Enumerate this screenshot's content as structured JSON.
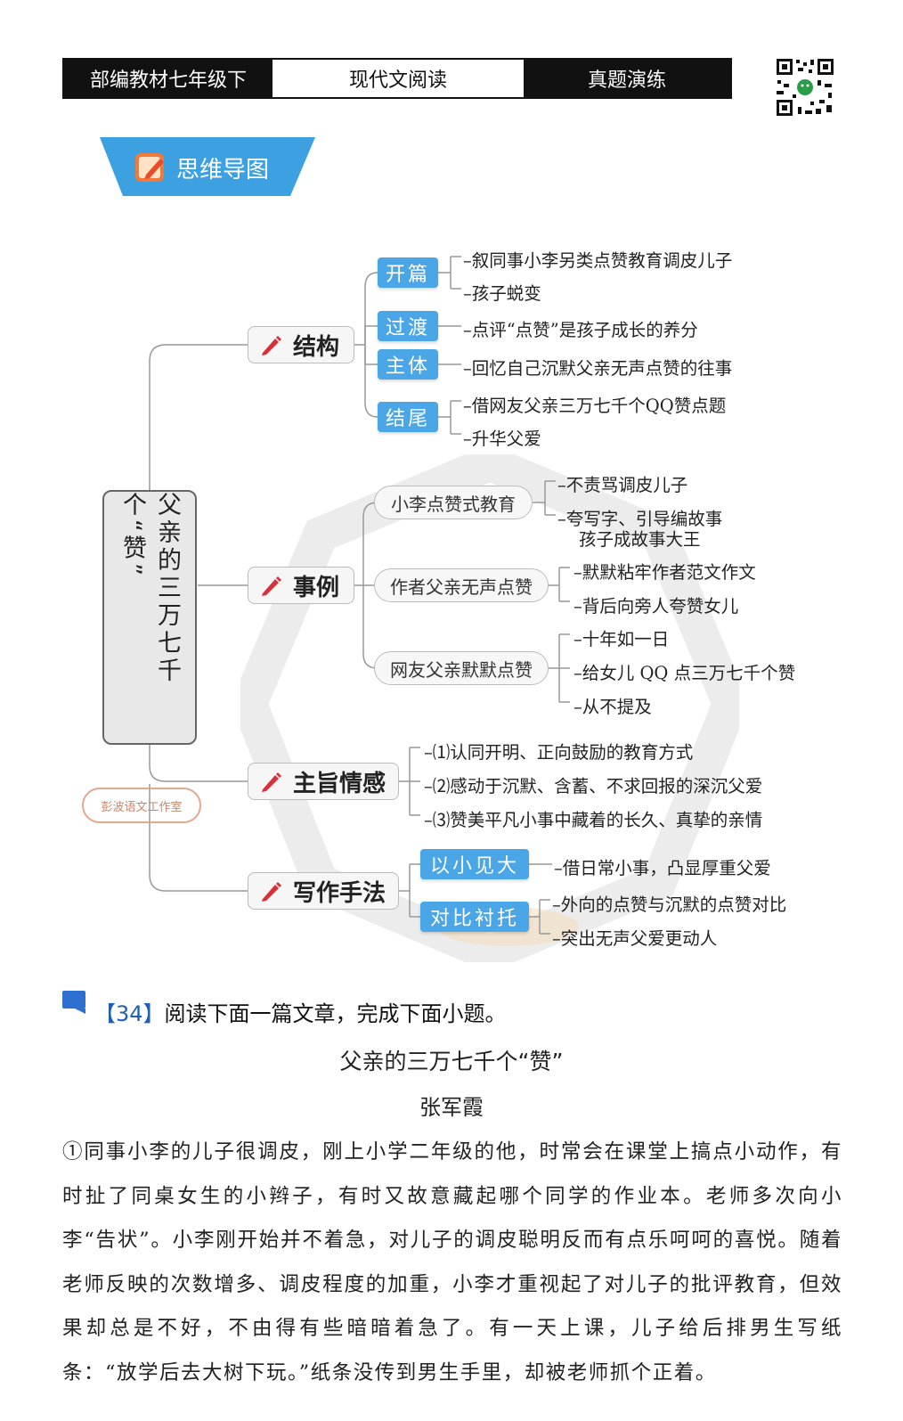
{
  "header": {
    "left": "部编教材七年级下",
    "middle": "现代文阅读",
    "right": "真题演练"
  },
  "banner": {
    "label": "思维导图"
  },
  "mindmap": {
    "root": "父亲的三万七千个“赞”",
    "stamp": "彭波语文工作室",
    "structure": {
      "label": "结构",
      "items": [
        {
          "chip": "开篇",
          "leaves": [
            "–叙同事小李另类点赞教育调皮儿子",
            "–孩子蜕变"
          ]
        },
        {
          "chip": "过渡",
          "leaves": [
            "–点评“点赞”是孩子成长的养分"
          ]
        },
        {
          "chip": "主体",
          "leaves": [
            "–回忆自己沉默父亲无声点赞的往事"
          ]
        },
        {
          "chip": "结尾",
          "leaves": [
            "–借网友父亲三万七千个QQ赞点题",
            "–升华父爱"
          ]
        }
      ]
    },
    "examples": {
      "label": "事例",
      "items": [
        {
          "chip": "小李点赞式教育",
          "leaves": [
            "–不责骂调皮儿子",
            "–夸写字、引导编故事",
            "孩子成故事大王"
          ]
        },
        {
          "chip": "作者父亲无声点赞",
          "leaves": [
            "–默默粘牢作者范文作文",
            "–背后向旁人夸赞女儿"
          ]
        },
        {
          "chip": "网友父亲默默点赞",
          "leaves": [
            "–十年如一日",
            "–给女儿 QQ 点三万七千个赞",
            "–从不提及"
          ]
        }
      ]
    },
    "theme": {
      "label": "主旨情感",
      "leaves": [
        "–⑴认同开明、正向鼓励的教育方式",
        "–⑵感动于沉默、含蓄、不求回报的深沉父爱",
        "–⑶赞美平凡小事中藏着的长久、真挚的亲情"
      ]
    },
    "technique": {
      "label": "写作手法",
      "items": [
        {
          "chip": "以小见大",
          "leaves": [
            "–借日常小事，凸显厚重父爱"
          ]
        },
        {
          "chip": "对比衬托",
          "leaves": [
            "–外向的点赞与沉默的点赞对比",
            "–突出无声父爱更动人"
          ]
        }
      ]
    }
  },
  "question": {
    "number": "【34】",
    "instruction": "阅读下面一篇文章，完成下面小题。"
  },
  "article": {
    "title": "父亲的三万七千个“赞”",
    "author": "张军霞",
    "paragraph1": "①同事小李的儿子很调皮，刚上小学二年级的他，时常会在课堂上搞点小动作，有时扯了同桌女生的小辫子，有时又故意藏起哪个同学的作业本。老师多次向小李“告状”。小李刚开始并不着急，对儿子的调皮聪明反而有点乐呵呵的喜悦。随着老师反映的次数增多、调皮程度的加重，小李才重视起了对儿子的批评教育，但效果却总是不好，不由得有些暗暗着急了。有一天上课，儿子给后排男生写纸条：“放学后去大树下玩。”纸条没传到男生手里，却被老师抓个正着。"
  },
  "colors": {
    "chip_blue": "#4aa6e6",
    "banner_blue": "#3da0e0",
    "pen_red": "#d8303a",
    "question_blue": "#1f5fb5"
  }
}
